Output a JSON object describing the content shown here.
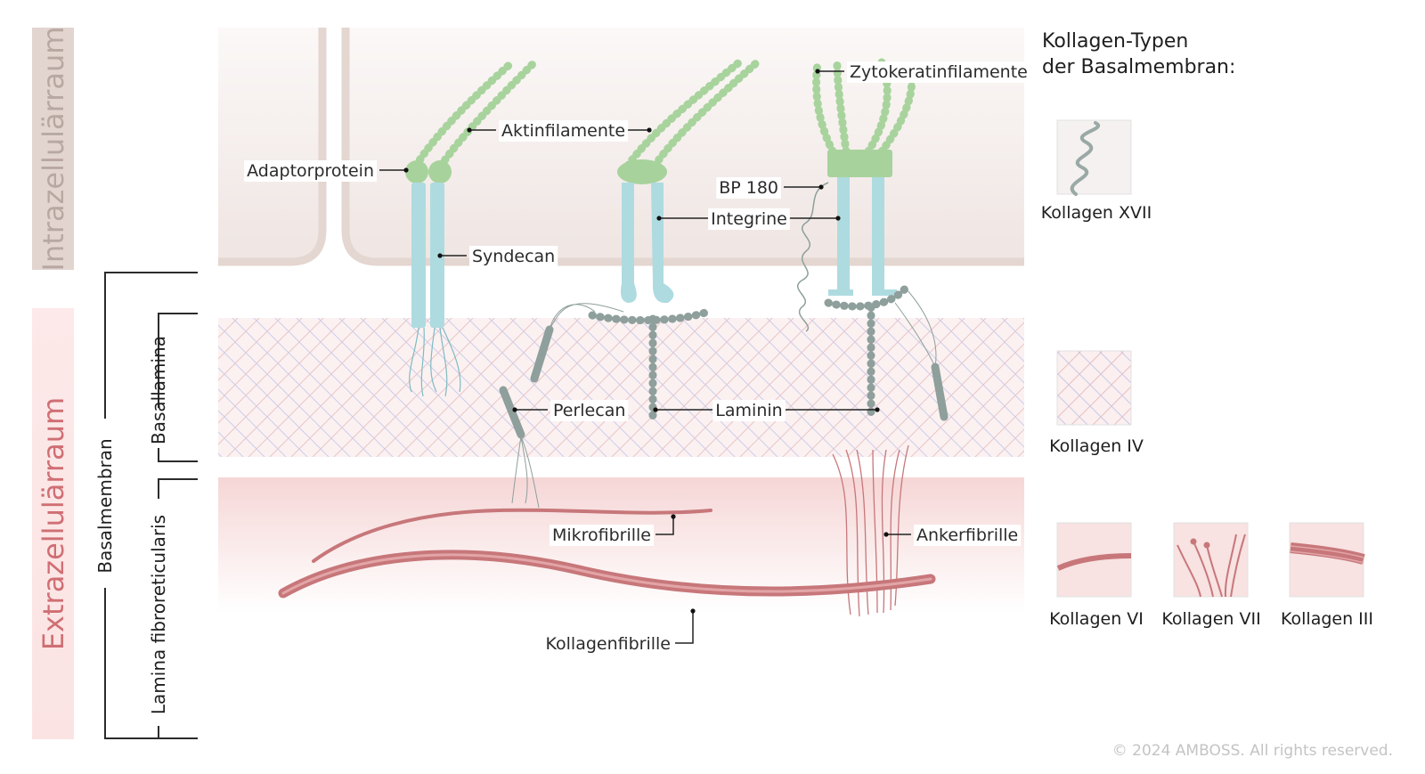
{
  "side_labels": {
    "intracellular": "Intrazellulärraum",
    "extracellular": "Extrazellulärraum"
  },
  "bracket_labels": {
    "basement_membrane": "Basalmembran",
    "basal_lamina": "Basallamina",
    "lamina_fibroreticularis": "Lamina fibroreticularis"
  },
  "labels": {
    "aktinfilamente": "Aktinfilamente",
    "zytokeratinfilamente": "Zytokeratinfilamente",
    "adaptorprotein": "Adaptorprotein",
    "bp180": "BP 180",
    "integrine": "Integrine",
    "syndecan": "Syndecan",
    "perlecan": "Perlecan",
    "laminin": "Laminin",
    "mikrofibrille": "Mikrofibrille",
    "ankerfibrille": "Ankerfibrille",
    "kollagenfibrille": "Kollagenfibrille"
  },
  "legend": {
    "title_line1": "Kollagen-Typen",
    "title_line2": "der Basalmembran:",
    "items": {
      "xvii": "Kollagen XVII",
      "iv": "Kollagen IV",
      "vi": "Kollagen VI",
      "vii": "Kollagen VII",
      "iii": "Kollagen III"
    }
  },
  "colors": {
    "cell": "#f1e9e6",
    "cell_border": "#e2d5cf",
    "intra_bar": "#e1d3ce",
    "extra_bar": "#fbe4e4",
    "actin": "#a7d29c",
    "integrin": "#aedbe0",
    "laminin": "#8e9f9c",
    "collagen": "#c7777a",
    "lamina_mesh": "#f2d4d4"
  },
  "copyright": "© 2024 AMBOSS. All rights reserved."
}
